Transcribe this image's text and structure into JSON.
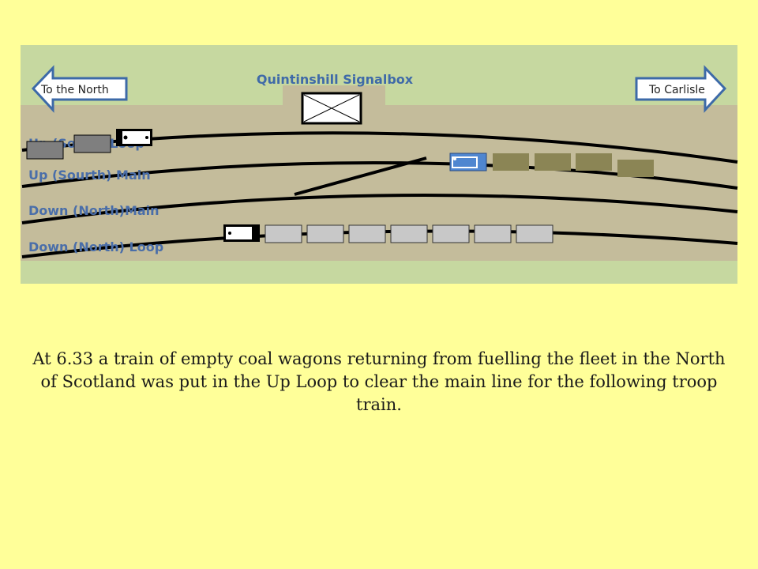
{
  "diagram": {
    "title": "Quintinshill Signalbox",
    "arrow_left": "To the North",
    "arrow_right": "To Carlisle",
    "tracks": [
      "Up (South) Loop",
      "Up (Sourth) Main",
      "Down  (North)Main",
      "Down (North) Loop"
    ],
    "colors": {
      "grass": "#c6d8a0",
      "trackbed": "#c4bc9b",
      "rail": "#000000",
      "arrow_fill": "#ffffff",
      "arrow_stroke": "#3d6aa8",
      "label": "#4a6ea9",
      "grey_wagon": "#c8c8c8",
      "dark_grey_wagon": "#7f7f7f",
      "coal_wagon": "#8b8555",
      "blue_loco": "#4f86d0"
    }
  },
  "caption": "At 6.33 a train of empty coal wagons returning from fuelling the fleet in the North of Scotland was put in the Up Loop to clear the main line for the following troop train."
}
